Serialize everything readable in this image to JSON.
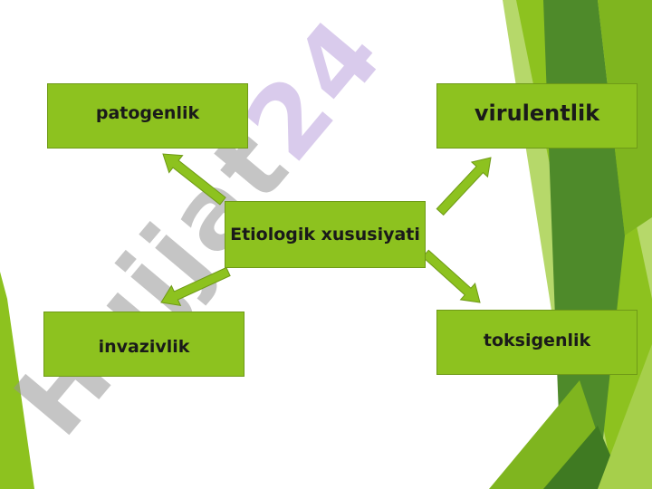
{
  "nodes": {
    "center": "Etiologik xususiyati",
    "top_left": "patogenlik",
    "top_right": "virulentlik",
    "bottom_left": "invazivlik",
    "bottom_right": "toksigenlik"
  },
  "watermark": {
    "text": "Hujjat",
    "num": "24"
  },
  "colors": {
    "box_fill": "#8dc21f",
    "arrow_fill": "#8dc21f",
    "accent_dark": "#4e8a2a",
    "accent_light": "#b6d86a"
  }
}
